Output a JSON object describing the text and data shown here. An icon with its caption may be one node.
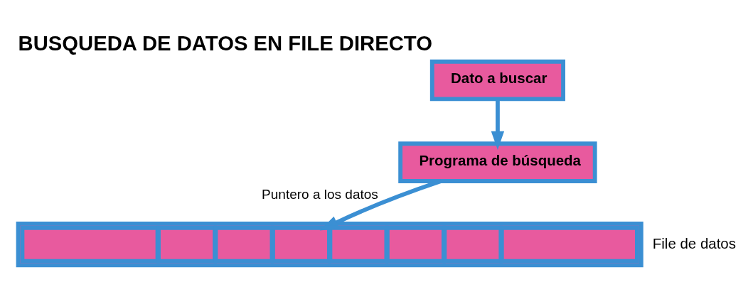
{
  "diagram": {
    "title": "BUSQUEDA DE DATOS EN FILE DIRECTO",
    "nodes": [
      {
        "text": [
          "Dato a buscar"
        ]
      },
      {
        "text": [
          "Programa de búsqueda"
        ]
      },
      {
        "text": [],
        "shape": "bar",
        "beside": [
          "File de datos"
        ]
      },
      {
        "text": [],
        "shape": "box",
        "in": 2
      },
      {
        "text": [],
        "shape": "box",
        "in": 2
      },
      {
        "text": [],
        "shape": "box",
        "in": 2
      },
      {
        "text": [],
        "shape": "box",
        "in": 2
      },
      {
        "text": [],
        "shape": "box",
        "in": 2
      },
      {
        "text": [],
        "shape": "box",
        "in": 2
      },
      {
        "text": [],
        "shape": "box",
        "in": 2
      },
      {
        "text": [],
        "shape": "box",
        "in": 2
      }
    ],
    "edges": [
      {
        "from": 0,
        "to": 1,
        "arrow": "to"
      },
      {
        "from": 1,
        "to": 6,
        "arrow": "to",
        "label": "Puntero a los datos"
      }
    ]
  }
}
